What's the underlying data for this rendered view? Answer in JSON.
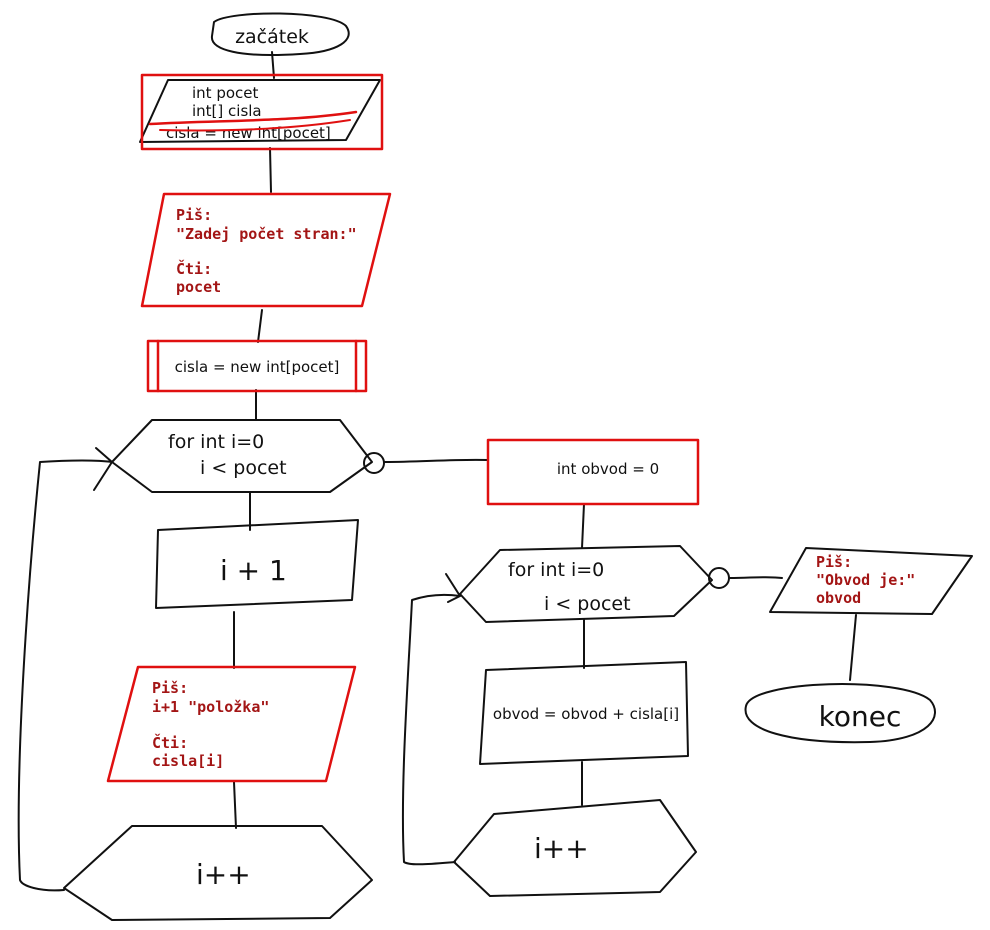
{
  "colors": {
    "ink": "#111111",
    "highlight": "#e01010",
    "label_text": "#a31515"
  },
  "nodes": {
    "start": {
      "text": "začátek"
    },
    "decl": {
      "line1": "int pocet",
      "line2": "int[] cisla",
      "line3": "cisla = new int[pocet]"
    },
    "input_count": {
      "write_label": "Piš:",
      "write_text": "\"Zadej počet stran:\"",
      "read_label": "Čti:",
      "read_text": "pocet"
    },
    "alloc": {
      "text": "cisla = new int[pocet]"
    },
    "loop1": {
      "line1": "for int i=0",
      "line2": "i < pocet"
    },
    "calc1": {
      "text": "i + 1"
    },
    "input_items": {
      "write_label": "Piš:",
      "write_text": "i+1 \"položka\"",
      "read_label": "Čti:",
      "read_text": "cisla[i]"
    },
    "inc1": {
      "text": "i++"
    },
    "init_obvod": {
      "text": "int obvod = 0"
    },
    "loop2": {
      "line1": "for int i=0",
      "line2": "i < pocet"
    },
    "sum": {
      "text": "obvod = obvod + cisla[i]"
    },
    "inc2": {
      "text": "i++"
    },
    "output": {
      "write_label": "Piš:",
      "write_text": "\"Obvod je:\"",
      "read_text": "obvod"
    },
    "end": {
      "text": "konec"
    }
  }
}
